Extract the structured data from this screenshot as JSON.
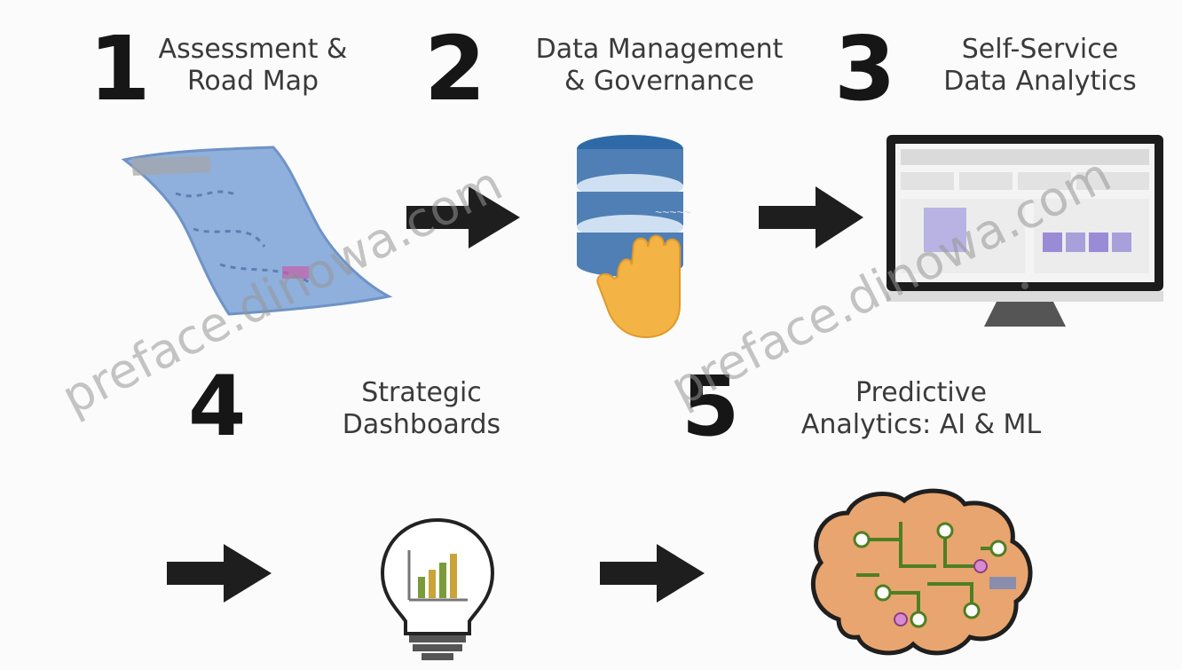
{
  "steps": [
    {
      "number": "1",
      "line1": "Assessment &",
      "line2": "Road Map",
      "icon": "map-icon"
    },
    {
      "number": "2",
      "line1": "Data Management",
      "line2": "& Governance",
      "icon": "database-hand-icon"
    },
    {
      "number": "3",
      "line1": "Self-Service",
      "line2": "Data Analytics",
      "icon": "monitor-dashboard-icon"
    },
    {
      "number": "4",
      "line1": "Strategic",
      "line2": "Dashboards",
      "icon": "lightbulb-chart-icon"
    },
    {
      "number": "5",
      "line1": "Predictive",
      "line2": "Analytics: AI & ML",
      "icon": "circuit-brain-icon"
    }
  ],
  "watermarks": [
    "preface.dinowa.com",
    "preface.dinowa.com"
  ],
  "colors": {
    "text": "#161616",
    "arrow": "#1e1e1e",
    "map_blue": "#8fb0dc",
    "database_blue": "#4f7fb5",
    "hand_orange": "#f3b345",
    "brain_orange": "#e9a56f",
    "circuit_green": "#6a9b2f"
  }
}
